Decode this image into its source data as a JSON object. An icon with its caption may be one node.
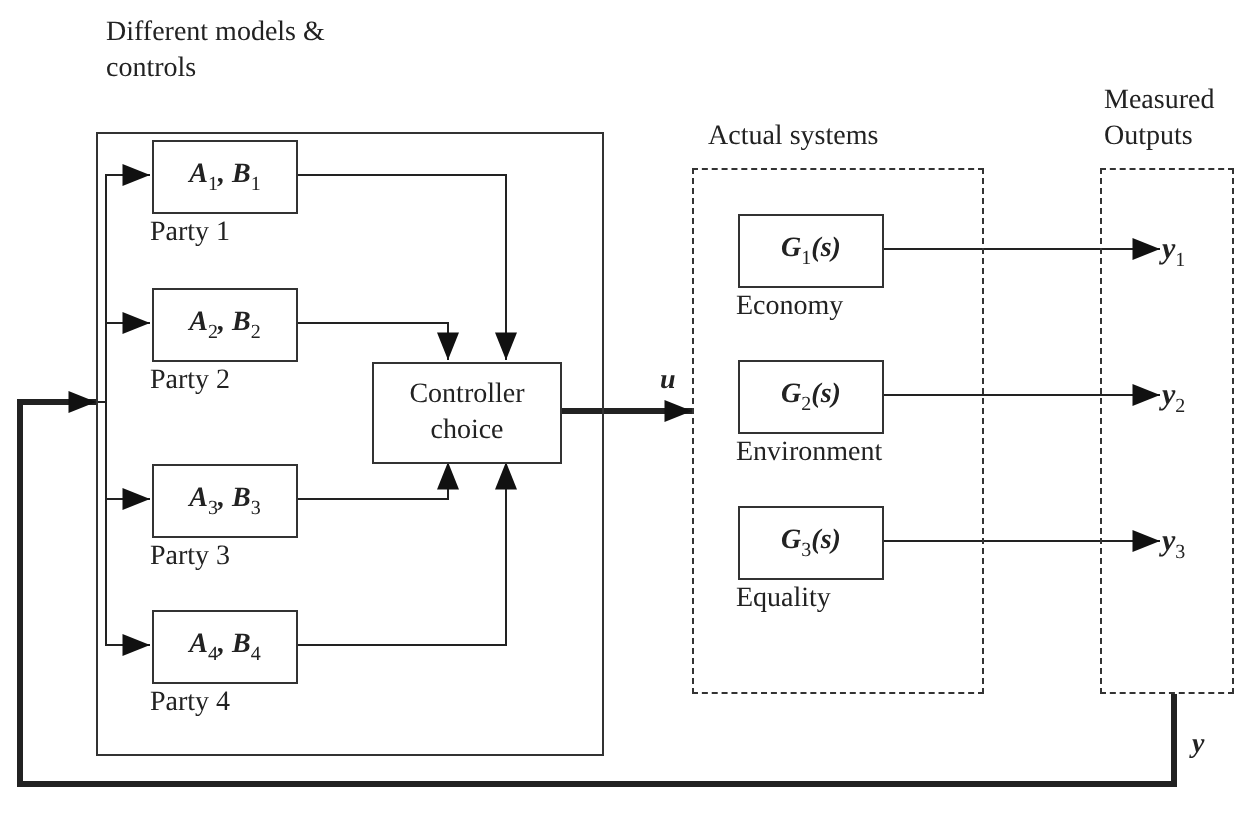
{
  "diagram": {
    "nodes": [
      {
        "text": [
          "Different models & controls"
        ]
      },
      {
        "text": [
          "A$_{1}$, B$_{1}$"
        ],
        "beside": [
          "Party 1"
        ],
        "in": 0
      },
      {
        "text": [
          "A$_{2}$, B$_{2}$"
        ],
        "beside": [
          "Party 2"
        ],
        "in": 0
      },
      {
        "text": [
          "Controller choice"
        ],
        "in": 0
      },
      {
        "text": [
          "A$_{3}$, B$_{3}$"
        ],
        "beside": [
          "Party 3"
        ],
        "in": 0
      },
      {
        "text": [
          "A$_{4}$, B$_{4}$"
        ],
        "beside": [
          "Party 4"
        ],
        "in": 0
      },
      {
        "text": [
          "Actual systems"
        ]
      },
      {
        "text": [
          "G$_{1}$(s)"
        ],
        "beside": [
          "Economy"
        ],
        "in": 6
      },
      {
        "text": [
          "G$_{2}$(s)"
        ],
        "beside": [
          "Environment"
        ],
        "in": 6
      },
      {
        "text": [
          "G$_{3}$(s)"
        ],
        "beside": [
          "Equality"
        ],
        "in": 6
      },
      {
        "text": [
          "Measured Outputs"
        ]
      },
      {
        "text": [
          "y$_{1}$"
        ],
        "in": 10
      },
      {
        "text": [
          "y$_{2}$"
        ],
        "in": 10
      },
      {
        "text": [
          "y$_{3}$"
        ],
        "in": 10
      }
    ],
    "edges": [
      {
        "from": 1,
        "to": 3,
        "arrow": "to"
      },
      {
        "from": 2,
        "to": 3,
        "arrow": "to"
      },
      {
        "from": 4,
        "to": 3,
        "arrow": "to"
      },
      {
        "from": 5,
        "to": 3,
        "arrow": "to"
      },
      {
        "from": 3,
        "to": 6,
        "arrow": "to",
        "label": "u",
        "style": "thick"
      },
      {
        "from": 7,
        "to": 11,
        "arrow": "to"
      },
      {
        "from": 8,
        "to": 12,
        "arrow": "to"
      },
      {
        "from": 9,
        "to": 13,
        "arrow": "to"
      },
      {
        "from": 10,
        "to": 0,
        "arrow": "to",
        "label": "y",
        "style": "thick"
      },
      {
        "from": 0,
        "to": 1,
        "arrow": "to"
      },
      {
        "from": 0,
        "to": 2,
        "arrow": "to"
      },
      {
        "from": 0,
        "to": 4,
        "arrow": "to"
      },
      {
        "from": 0,
        "to": 5,
        "arrow": "to"
      }
    ]
  }
}
